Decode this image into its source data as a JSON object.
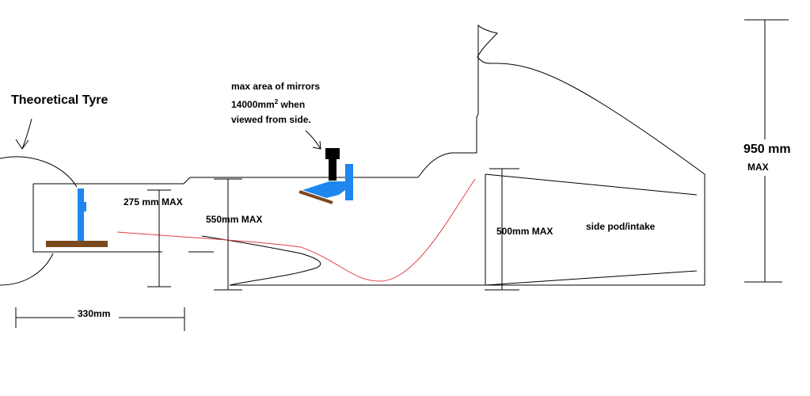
{
  "labels": {
    "theoretical_tyre": "Theoretical Tyre",
    "mirror_note_line1": "max area of mirrors",
    "mirror_note_line2": "14000mm",
    "mirror_note_sup": "2",
    "mirror_note_line2_rest": " when",
    "mirror_note_line3": "viewed from side.",
    "dim_275": "275 mm MAX",
    "dim_550": "550mm MAX",
    "dim_500": "500mm MAX",
    "side_pod": "side pod/intake",
    "dim_950": "950 mm",
    "dim_950_max": "MAX",
    "dim_330": "330mm"
  },
  "colors": {
    "outline": "#000000",
    "mirror_blue": "#1e86ee",
    "floor_brown": "#7a4a1e",
    "airflow_red": "#e04040"
  }
}
